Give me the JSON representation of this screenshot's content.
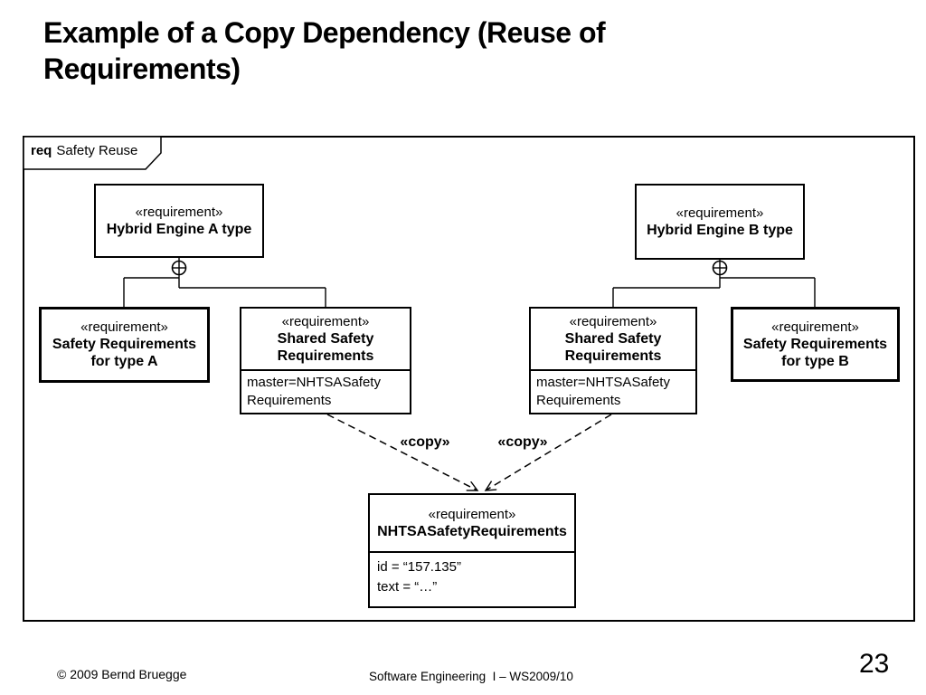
{
  "slide": {
    "title": "Example of a Copy Dependency (Reuse of Requirements)",
    "footer_copyright": "© 2009 Bernd Bruegge",
    "footer_course": "Software Engineering  I – WS2009/10",
    "footer_page": "23"
  },
  "diagram": {
    "frame": {
      "kind": "req",
      "name": "Safety Reuse"
    },
    "copy_label": "«copy»",
    "nodes": {
      "hybrid_a": {
        "stereotype": "«requirement»",
        "name": "Hybrid Engine A type"
      },
      "hybrid_b": {
        "stereotype": "«requirement»",
        "name": "Hybrid Engine B type"
      },
      "safety_a": {
        "stereotype": "«requirement»",
        "name": "Safety Requirements for type A"
      },
      "shared_left": {
        "stereotype": "«requirement»",
        "name": "Shared Safety Requirements",
        "property": "master=NHTSASafety Requirements"
      },
      "shared_right": {
        "stereotype": "«requirement»",
        "name": "Shared Safety Requirements",
        "property": "master=NHTSASafety Requirements"
      },
      "safety_b": {
        "stereotype": "«requirement»",
        "name": "Safety Requirements for type B"
      },
      "nhtsa": {
        "stereotype": "«requirement»",
        "name": "NHTSASafetyRequirements",
        "id_line": "id = “157.135”",
        "text_line": "text = “…”"
      }
    }
  }
}
